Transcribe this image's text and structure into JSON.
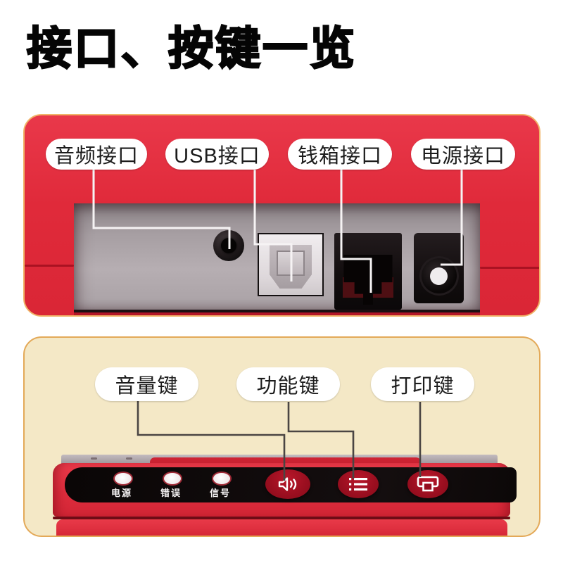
{
  "page": {
    "title": "接口、按键一览"
  },
  "colors": {
    "device_red": "#e02a3a",
    "card_cream": "#f4e8c6",
    "card_border_tan": "#e3a958",
    "key_crimson": "#9c0f20",
    "panel_gray": "#a79fa3",
    "callout_white": "#f6f3f4",
    "callout_dark": "#4a4543"
  },
  "ports_card": {
    "labels": [
      "音频接口",
      "USB接口",
      "钱箱接口",
      "电源接口"
    ],
    "ports": [
      "audio-jack",
      "usb-b-port",
      "cash-drawer-rj11-port",
      "dc-power-port"
    ]
  },
  "keys_card": {
    "labels": [
      "音量键",
      "功能键",
      "打印键"
    ],
    "indicators": [
      {
        "label": "电源"
      },
      {
        "label": "错误"
      },
      {
        "label": "信号"
      }
    ],
    "keys": [
      {
        "icon": "speaker-volume-icon"
      },
      {
        "icon": "menu-list-icon"
      },
      {
        "icon": "printer-icon"
      }
    ]
  }
}
